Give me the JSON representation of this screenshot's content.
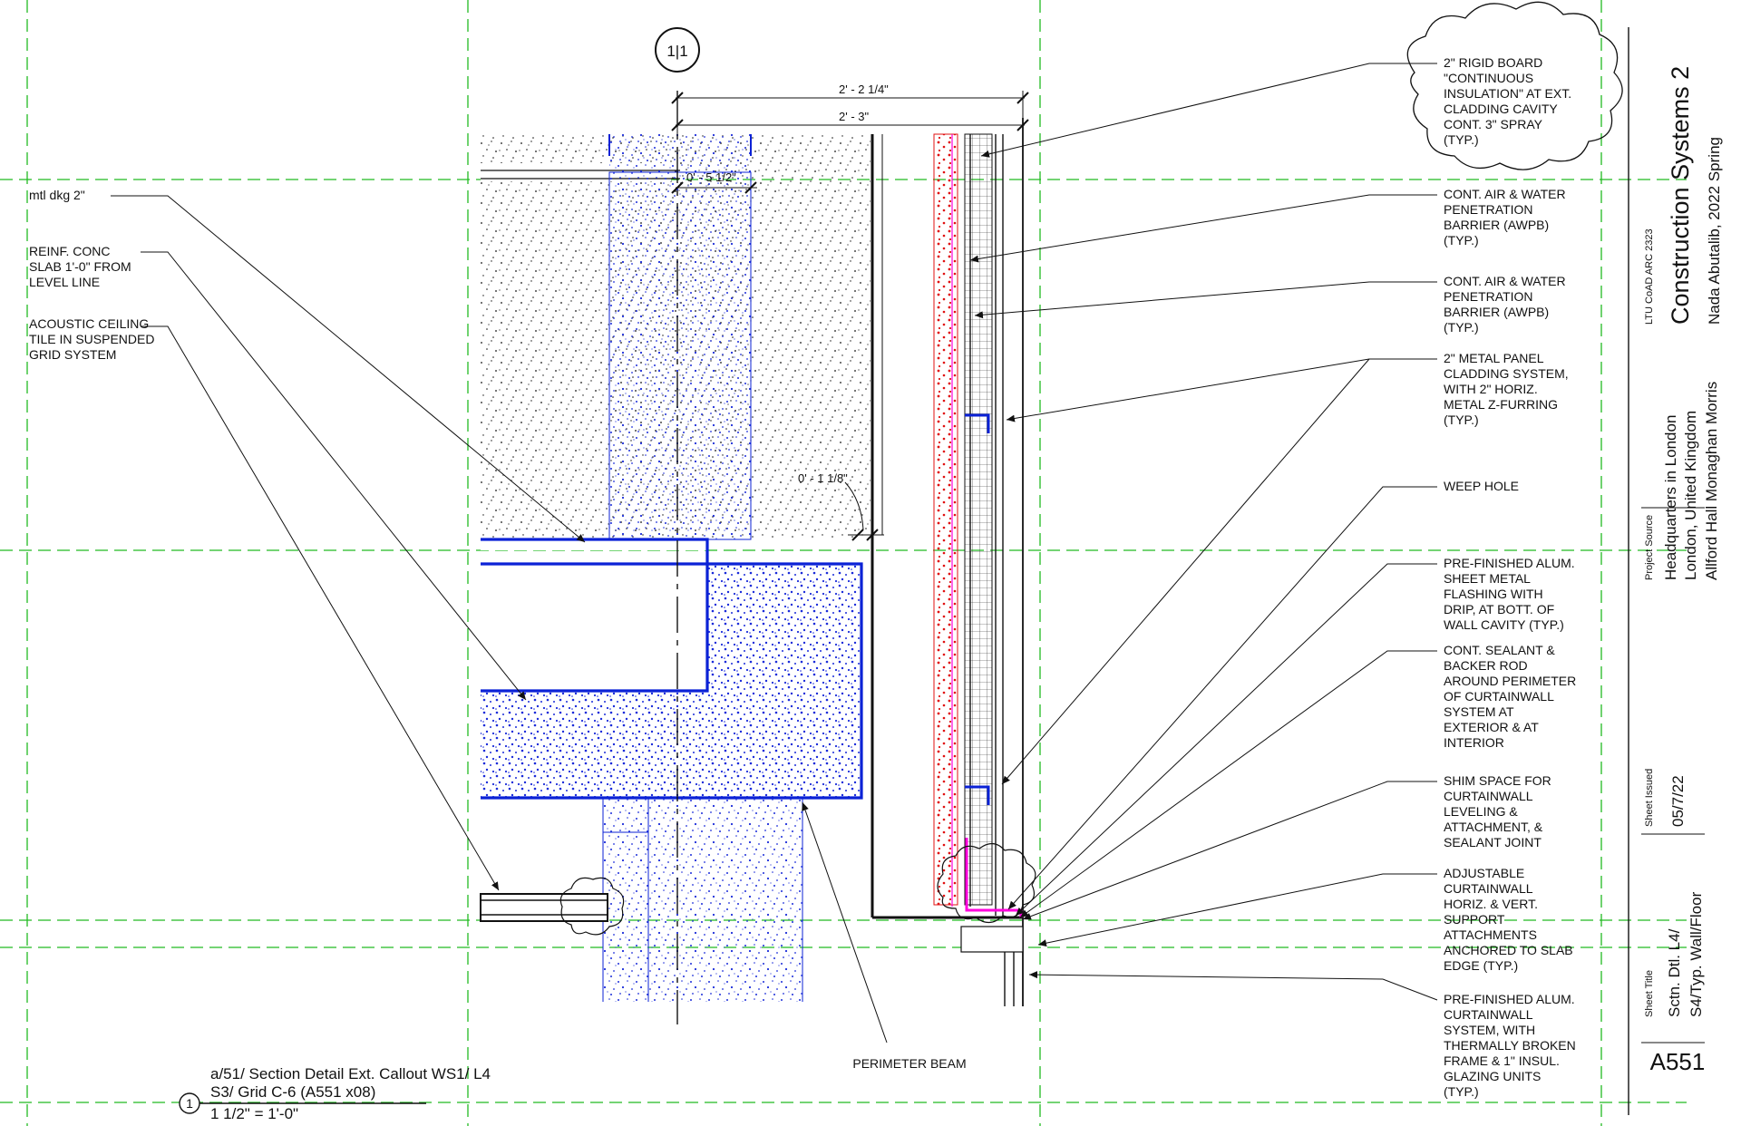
{
  "grid_marker": "1|1",
  "dimensions": {
    "overall_upper": "2' - 2 1/4\"",
    "overall_lower": "2' - 3\"",
    "small_offset": "0' - 5 1/2\"",
    "gap": "0' - 1 1/8\""
  },
  "left_notes": [
    {
      "lines": [
        "mtl dkg 2\""
      ]
    },
    {
      "lines": [
        "REINF. CONC",
        "SLAB 1'-0\" FROM",
        "LEVEL LINE"
      ]
    },
    {
      "lines": [
        "ACOUSTIC CEILING",
        "TILE IN SUSPENDED",
        "GRID SYSTEM"
      ]
    }
  ],
  "right_notes": [
    {
      "lines": [
        "2\" RIGID BOARD",
        "\"CONTINUOUS",
        "INSULATION\" AT EXT.",
        "CLADDING CAVITY",
        "CONT. 3\" SPRAY",
        "(TYP.)"
      ]
    },
    {
      "lines": [
        "CONT. AIR & WATER",
        "PENETRATION",
        "BARRIER (AWPB)",
        "(TYP.)"
      ]
    },
    {
      "lines": [
        "CONT. AIR & WATER",
        "PENETRATION",
        "BARRIER (AWPB)",
        "(TYP.)"
      ]
    },
    {
      "lines": [
        "2\" METAL PANEL",
        "CLADDING SYSTEM,",
        "WITH 2\" HORIZ.",
        "METAL Z-FURRING",
        "(TYP.)"
      ]
    },
    {
      "lines": [
        "WEEP HOLE"
      ]
    },
    {
      "lines": [
        "PRE-FINISHED ALUM.",
        "SHEET METAL",
        "FLASHING WITH",
        "DRIP, AT BOTT. OF",
        "WALL CAVITY (TYP.)"
      ]
    },
    {
      "lines": [
        "CONT. SEALANT &",
        "BACKER ROD",
        "AROUND PERIMETER",
        "OF CURTAINWALL",
        "SYSTEM AT",
        "EXTERIOR & AT",
        "INTERIOR"
      ]
    },
    {
      "lines": [
        "SHIM SPACE FOR",
        "CURTAINWALL",
        "LEVELING &",
        "ATTACHMENT, &",
        "SEALANT JOINT"
      ]
    },
    {
      "lines": [
        "ADJUSTABLE",
        "CURTAINWALL",
        "HORIZ. & VERT.",
        "SUPPORT",
        "ATTACHMENTS",
        "ANCHORED TO SLAB",
        "EDGE (TYP.)"
      ]
    },
    {
      "lines": [
        "PRE-FINISHED ALUM.",
        "CURTAINWALL",
        "SYSTEM, WITH",
        "THERMALLY BROKEN",
        "FRAME & 1\" INSUL.",
        "GLAZING UNITS",
        "(TYP.)"
      ]
    }
  ],
  "perimeter_beam": "PERIMETER BEAM",
  "view_title": {
    "number": "1",
    "line1": "a/51/ Section Detail Ext. Callout WS1/ L4",
    "line2": "S3/ Grid C-6 (A551 x08)",
    "scale": "1 1/2\" = 1'-0\""
  },
  "title_block": {
    "course": "LTU CoAD ARC 2323",
    "class_name": "Construction  Systems 2",
    "author_term": "Nada Abutalib, 2022 Spring",
    "project_source_label": "Project Source",
    "project_line1": "Headquarters in London",
    "project_line2": "London, United Kingdom",
    "project_line3": "Allford Hall Monaghan Morris",
    "sheet_issued_label": "Sheet Issued",
    "sheet_issued": "05/7/22",
    "sheet_title_label": "Sheet Title",
    "sheet_title_1": "Sctn. Dtl. L4/",
    "sheet_title_2": "S4/Typ. Wall/Floor",
    "sheet_number": "A551"
  },
  "colors": {
    "grid": "#22bb22",
    "slab_outline": "#0b22d6",
    "concrete_dots_blue": "#1a2bd9",
    "insulation_red": "#e01010",
    "flashing_magenta": "#ff00dd",
    "ink": "#111111"
  }
}
